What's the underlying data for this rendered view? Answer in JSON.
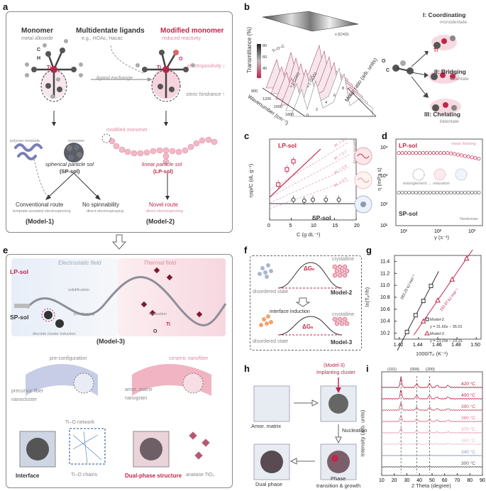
{
  "panels": {
    "a": {
      "letter": "a",
      "monomer_title": "Monomer",
      "monomer_sub": "metal alkoxide",
      "ligand_title": "Multidentate ligands",
      "ligand_sub": "e.g., HOAc, Hacac",
      "ligand_exchange": "ligand exchange",
      "modified_title": "Modified monomer",
      "modified_sub": "reduced reactivity",
      "electropositivity": "electropositivity ↓",
      "steric": "steric hindrance ↑",
      "atom_ti": "Ti",
      "atom_c": "C",
      "atom_h": "H",
      "atom_o": "O",
      "polymer_template": "polymer template",
      "monomer_label": "monomer",
      "modified_monomer_label": "modified monomer",
      "sp_title": "spherical particle sol",
      "sp_abbr": "(SP-sol)",
      "lp_title": "linear particle sol",
      "lp_abbr": "(LP-sol)",
      "route1_title": "Conventional route",
      "route1_sub": "template-assisted electrospinning",
      "route1_model": "(Model-1)",
      "route_mid_title": "No spinnability",
      "route_mid_sub": "direct electrospraying",
      "route2_title": "Novel route",
      "route2_sub": "direct electrospinning",
      "route2_model": "(Model-2)"
    },
    "b": {
      "letter": "b",
      "ylabel": "Transmittance (%)",
      "colorbar_ticks": [
        "80",
        "60",
        "40"
      ],
      "peak1": "Ti–O–C",
      "peak2": "ν (C=O)",
      "peak3": "ν (–COO)",
      "peak4": "ν (–COO)",
      "xlabel": "Wavenumber (cm⁻¹)",
      "x_ticks": [
        "900",
        "1200",
        "1500",
        "1800"
      ],
      "zlabel": "Molar ratio (arb. units)",
      "z_ticks": [
        "0",
        "2",
        "4",
        "6",
        "8"
      ],
      "mode1": "I: Coordinating",
      "mode1_sub": "monodentate",
      "mode2": "II: Bridging",
      "mode2_sub": "bidentate",
      "mode3": "III: Chelating",
      "mode3_sub": "bidentate",
      "atom_ti": "Ti",
      "atom_o": "O",
      "atom_c": "C"
    },
    "c": {
      "letter": "c",
      "lp_label": "LP-sol",
      "sp_label": "SP-sol",
      "ylabel": "ηsp/C (dL g⁻¹)",
      "xlabel": "C (g dL⁻¹)",
      "side_label": "linear growth",
      "phi_labels": [
        "φL = 0.8",
        "φL = 0.7",
        "φL = 0.6",
        "φL = 0.5"
      ]
    },
    "d": {
      "letter": "d",
      "lp_label": "LP-sol",
      "sp_label": "SP-sol",
      "shear_label": "shear thinning",
      "newtonian_label": "Newtonian",
      "entangle_label": "entanglement → relaxation",
      "ylabel": "η (mPa s)",
      "xlabel": "γ (s⁻¹)"
    },
    "e": {
      "letter": "e",
      "lp_label": "LP-sol",
      "sp_label": "SP-sol",
      "electro_field": "Electrostatic field",
      "thermal_field": "Thermal field",
      "solidification": "solidification",
      "jet_whipping": "jet whipping",
      "nucleation": "nucleation",
      "cluster_note": "discrete cluster induction",
      "model3": "(Model-3)",
      "pre_config": "pre-configuration",
      "ceramic_nf": "ceramic nanofiber",
      "precursor": "precursor fiber",
      "nanocluster": "nanocluster",
      "amor_matrix": "amor. matrix",
      "nanograin": "nanograin",
      "tio_network": "Ti–O network",
      "interface": "Interface",
      "tio_chains": "Ti–O chains",
      "dual_phase": "Dual-phase structure",
      "anatase": "anatase TiO₂",
      "atom_ti": "Ti",
      "atom_o": "O"
    },
    "f": {
      "letter": "f",
      "crystalline1": "crystalline",
      "dG1": "ΔGₙ",
      "disordered1": "disordered state",
      "model2": "Model-2",
      "interface_induction": "interface induction",
      "crystalline2": "crystalline",
      "dG2": "ΔGₙ",
      "disordered2": "disordered state",
      "model3": "Model-3"
    },
    "g": {
      "letter": "g",
      "ylabel": "ln(Tₚ²/h)",
      "xlabel": "1000/Tₚ (K⁻¹)",
      "ea1": "283.25 kJ mol⁻¹",
      "ea2": "193.67 kJ mol⁻¹",
      "legend": [
        {
          "name": "Model-2",
          "fit": "y = 31.66x − 35.01"
        },
        {
          "name": "Model-3",
          "fit": "y = 23.29x − 23.25"
        }
      ],
      "colors": {
        "model2": "#333333",
        "model3": "#c0254a"
      }
    },
    "h": {
      "letter": "h",
      "implant_title": "(Model-3)",
      "implant_sub": "Implanting cluster",
      "amor_matrix": "Amor. matrix",
      "nucleation": "Nucleation",
      "dual_phase": "Dual phase",
      "phase_growth_1": "Phase",
      "phase_growth_2": "transition & growth"
    },
    "i": {
      "letter": "i",
      "peaks": [
        "(101)",
        "(004)",
        "(200)"
      ],
      "ylabel": "Intensity (arb. units)",
      "xlabel": "2 Theta (degree)",
      "temps": [
        "420 °C",
        "400 °C",
        "390 °C",
        "380 °C",
        "370 °C",
        "360 °C",
        "340 °C",
        "300 °C"
      ],
      "temp_colors": [
        "#b01c3c",
        "#c0254a",
        "#cc4a66",
        "#d9728a",
        "#e4a1b0",
        "#e9c3cb",
        "#8a9bb8",
        "#555555"
      ]
    }
  },
  "chart_data": [
    {
      "type": "scatter",
      "panel": "c",
      "xlabel": "C (g dL⁻¹)",
      "ylabel": "ηsp/C (dL g⁻¹)",
      "x_ticks": [
        0,
        5,
        10,
        15,
        20
      ],
      "xlim": [
        0,
        20
      ],
      "series": [
        {
          "name": "LP-sol",
          "x": [
            2,
            4,
            5.5
          ],
          "y": [
            0.35,
            0.5,
            0.58
          ]
        },
        {
          "name": "SP-sol",
          "x": [
            5.5,
            8,
            10,
            13,
            16
          ],
          "y": [
            0.2,
            0.19,
            0.2,
            0.2,
            0.2
          ]
        }
      ]
    },
    {
      "type": "scatter",
      "panel": "d",
      "xlabel": "γ (s⁻¹)",
      "ylabel": "η (mPa s)",
      "xscale": "log",
      "yscale": "log",
      "x_ticks": [
        "10¹",
        "10²",
        "10³"
      ],
      "y_ticks": [
        "10¹",
        "10²",
        "10³",
        "10⁴"
      ],
      "series": [
        {
          "name": "LP-sol",
          "x": [
            6,
            10,
            20,
            50,
            100,
            200,
            400,
            700,
            1000
          ],
          "y": [
            4500,
            4500,
            4400,
            4300,
            4200,
            4000,
            3600,
            3200,
            2800
          ]
        },
        {
          "name": "SP-sol",
          "x": [
            6,
            10,
            20,
            50,
            100,
            200,
            400,
            700,
            1000
          ],
          "y": [
            160,
            160,
            160,
            160,
            160,
            160,
            160,
            160,
            160
          ]
        }
      ]
    },
    {
      "type": "scatter",
      "panel": "g",
      "xlabel": "1000/Tₚ (K⁻¹)",
      "ylabel": "ln(Tₚ²/h)",
      "x_ticks": [
        1.42,
        1.44,
        1.46,
        1.48,
        1.5
      ],
      "y_ticks": [
        10.2,
        10.4,
        10.6,
        10.8,
        11.0,
        11.2,
        11.4
      ],
      "xlim": [
        1.415,
        1.505
      ],
      "ylim": [
        10.1,
        11.5
      ],
      "series": [
        {
          "name": "Model-2",
          "x": [
            1.428,
            1.437,
            1.445,
            1.453
          ],
          "y": [
            10.22,
            10.5,
            10.74,
            10.99
          ]
        },
        {
          "name": "Model-3",
          "x": [
            1.445,
            1.46,
            1.475,
            1.49
          ],
          "y": [
            10.4,
            10.75,
            11.1,
            11.45
          ]
        }
      ]
    },
    {
      "type": "line",
      "panel": "i",
      "xlabel": "2 Theta (degree)",
      "ylabel": "Intensity (arb. units)",
      "x_ticks": [
        10,
        20,
        30,
        40,
        50,
        60,
        70,
        80,
        90
      ],
      "xlim": [
        10,
        90
      ],
      "peak_positions": [
        25.3,
        37.8,
        48.0
      ],
      "series_names": [
        "420 °C",
        "400 °C",
        "390 °C",
        "380 °C",
        "370 °C",
        "360 °C",
        "340 °C",
        "300 °C"
      ]
    }
  ]
}
